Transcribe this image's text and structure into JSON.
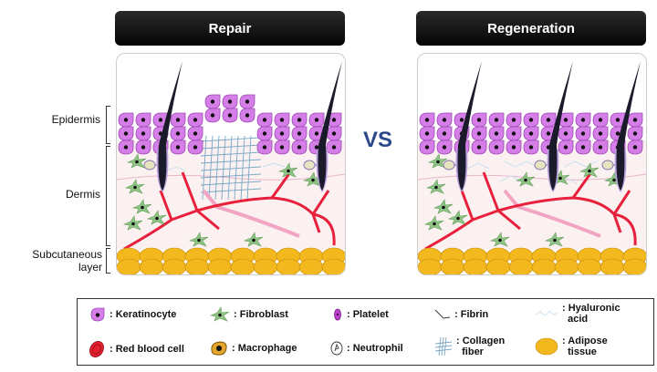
{
  "headers": {
    "repair": "Repair",
    "regeneration": "Regeneration"
  },
  "vs_label": "VS",
  "layers": {
    "epidermis": "Epidermis",
    "dermis": "Dermis",
    "subcutaneous": "Subcutaneous",
    "subcutaneous_2": "layer"
  },
  "legend": {
    "keratinocyte": ": Keratinocyte",
    "fibroblast": ": Fibroblast",
    "platelet": ": Platelet",
    "fibrin": ": Fibrin",
    "hyaluronic": ": Hyaluronic",
    "hyaluronic_2": "acid",
    "rbc": ": Red blood cell",
    "macrophage": ": Macrophage",
    "neutrophil": ": Neutrophil",
    "collagen": ": Collagen",
    "collagen_2": "fiber",
    "adipose": ": Adipose",
    "adipose_2": "tissue"
  },
  "colors": {
    "keratinocyte": "#d67ee8",
    "fibroblast": "#8fc585",
    "vessel": "#e8203c",
    "fat": "#f2b81e",
    "dermis": "#fbf1f1",
    "hair": "#1a1a2a",
    "collagen": "#7aa7c4",
    "vs": "#2b4a8c"
  }
}
